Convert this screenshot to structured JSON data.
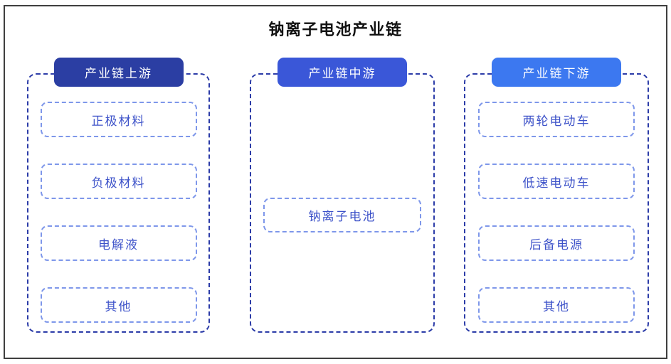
{
  "title": "钠离子电池产业链",
  "columns": [
    {
      "header": "产业链上游",
      "items": [
        "正极材料",
        "负极材料",
        "电解液",
        "其他"
      ]
    },
    {
      "header": "产业链中游",
      "items": [
        "钠离子电池"
      ]
    },
    {
      "header": "产业链下游",
      "items": [
        "两轮电动车",
        "低速电动车",
        "后备电源",
        "其他"
      ]
    }
  ],
  "colors": {
    "upstream_header_bg": "#2b3ea3",
    "midstream_header_bg": "#3a57d8",
    "downstream_header_bg": "#3c78f0",
    "container_dash_border": "#2c3ca8",
    "item_dash_border": "#7e97ea",
    "item_text": "#3e53c9",
    "header_text": "#ffffff",
    "title_text": "#111111",
    "frame_border": "#3e3e3e"
  }
}
